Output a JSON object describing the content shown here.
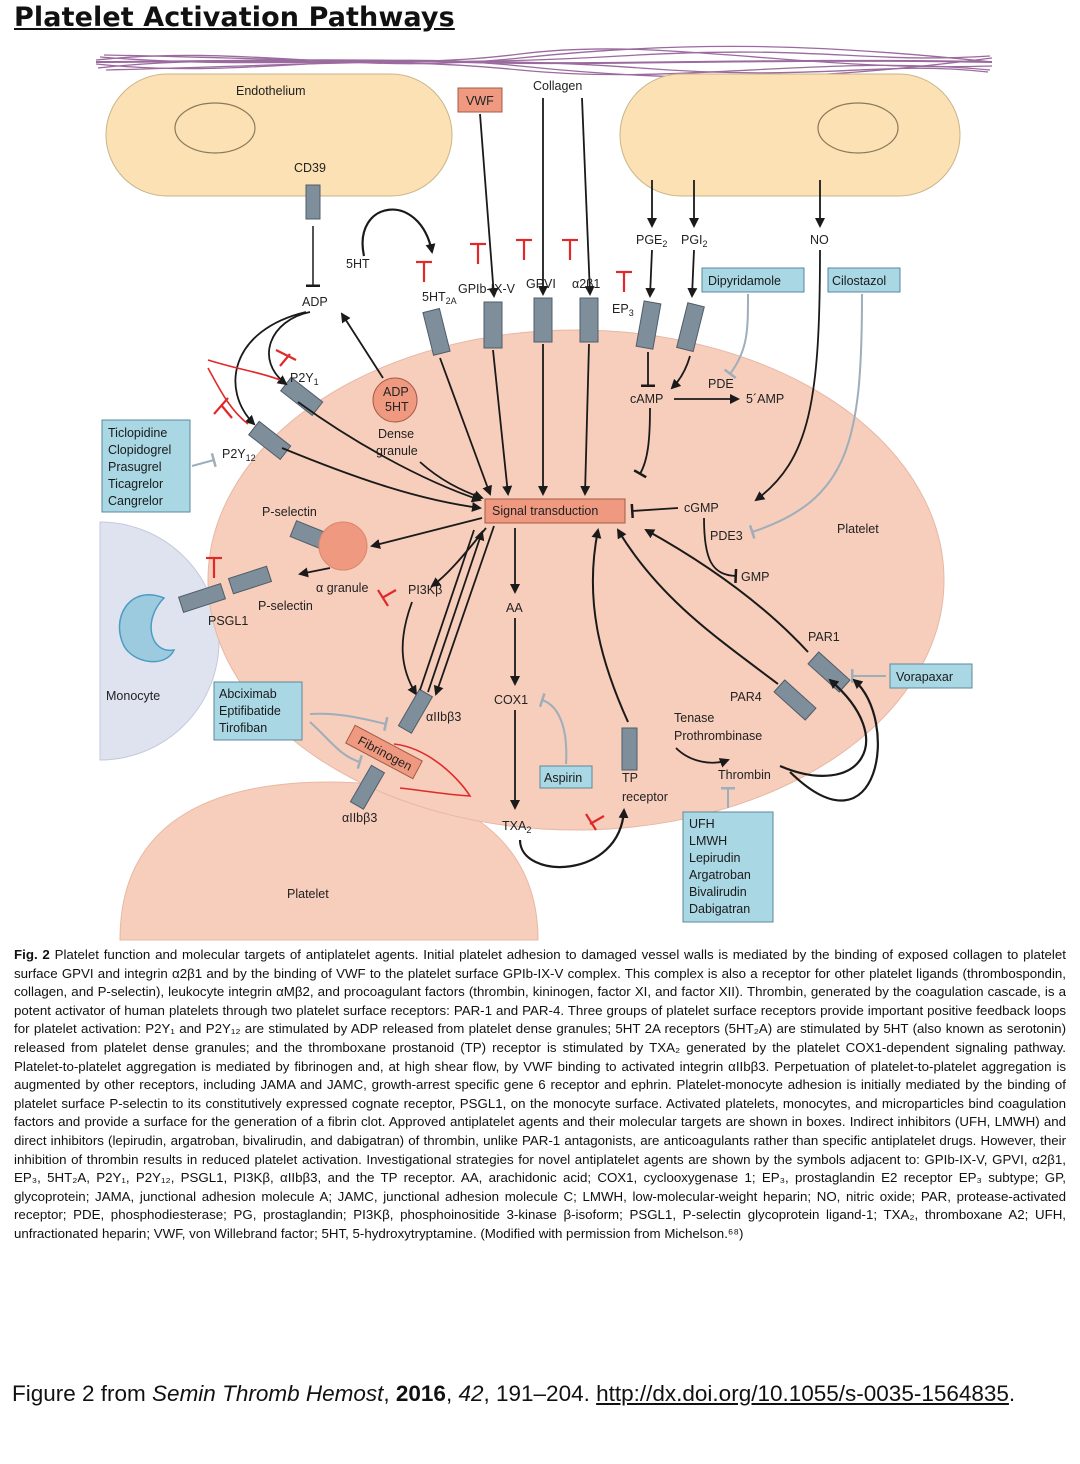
{
  "title": "Platelet Activation Pathways",
  "colors": {
    "endothelium": "#fbe1b3",
    "platelet": "#f7cdbb",
    "receptor": "#7e8e9b",
    "drug_box": "#a9d7e4",
    "agonist_box": "#ef9a80",
    "inhibit_red": "#e02a2a",
    "inhibit_grey": "#9eaeba",
    "monocyte": "#dfe3f0"
  },
  "labels": {
    "endothelium": "Endothelium",
    "collagen": "Collagen",
    "vwf": "VWF",
    "cd39": "CD39",
    "fivehht": "5HT",
    "adp": "ADP",
    "pge2": "PGE",
    "pge2_sub": "2",
    "pgi2": "PGI",
    "pgi2_sub": "2",
    "no": "NO",
    "fiveht2a": "5HT",
    "fiveht2a_sub": "2A",
    "gpib": "GPIb-IX-V",
    "gpvi": "GPVI",
    "a2b1": "α2β1",
    "ep3": "EP",
    "ep3_sub": "3",
    "p2y1": "P2Y",
    "p2y1_sub": "1",
    "p2y12": "P2Y",
    "p2y12_sub": "12",
    "dense1": "ADP",
    "dense2": "5HT",
    "dense_granule_1": "Dense",
    "dense_granule_2": "granule",
    "pde": "PDE",
    "camp": "cAMP",
    "five_amp": "5´AMP",
    "signal": "Signal transduction",
    "cgmp": "cGMP",
    "pde3": "PDE3",
    "gmp": "GMP",
    "platelet_main": "Platelet",
    "pselectin_top": "P-selectin",
    "alpha_granule": "α granule",
    "pselectin_low": "P-selectin",
    "psgl1": "PSGL1",
    "pi3kb": "PI3Kβ",
    "aa": "AA",
    "par1": "PAR1",
    "par4": "PAR4",
    "monocyte": "Monocyte",
    "aiib3_upper": "αIIbβ3",
    "fibrinogen": "Fibrinogen",
    "aiib3_lower": "αIIbβ3",
    "cox1": "COX1",
    "tenase": "Tenase",
    "prothrombinase": "Prothrombinase",
    "tp1": "TP",
    "tp2": "receptor",
    "thrombin": "Thrombin",
    "txa2": "TXA",
    "txa2_sub": "2",
    "platelet_lower": "Platelet"
  },
  "drugs": {
    "dipyridamole": "Dipyridamole",
    "cilostazol": "Cilostazol",
    "p2y12_inhibitors": [
      "Ticlopidine",
      "Clopidogrel",
      "Prasugrel",
      "Ticagrelor",
      "Cangrelor"
    ],
    "vorapaxar": "Vorapaxar",
    "gp_inhibitors": [
      "Abciximab",
      "Eptifibatide",
      "Tirofiban"
    ],
    "aspirin": "Aspirin",
    "thrombin_inhibitors": [
      "UFH",
      "LMWH",
      "Lepirudin",
      "Argatroban",
      "Bivalirudin",
      "Dabigatran"
    ]
  },
  "caption": {
    "label": "Fig. 2",
    "text": "Platelet function and molecular targets of antiplatelet agents. Initial platelet adhesion to damaged vessel walls is mediated by the binding of exposed collagen to platelet surface GPVI and integrin α2β1 and by the binding of VWF to the platelet surface GPIb-IX-V complex. This complex is also a receptor for other platelet ligands (thrombospondin, collagen, and P-selectin), leukocyte integrin αMβ2, and procoagulant factors (thrombin, kininogen, factor XI, and factor XII). Thrombin, generated by the coagulation cascade, is a potent activator of human platelets through two platelet surface receptors: PAR-1 and PAR-4. Three groups of platelet surface receptors provide important positive feedback loops for platelet activation: P2Y₁ and P2Y₁₂ are stimulated by ADP released from platelet dense granules; 5HT 2A receptors (5HT₂A) are stimulated by 5HT (also known as serotonin) released from platelet dense granules; and the thromboxane prostanoid (TP) receptor is stimulated by TXA₂ generated by the platelet COX1-dependent signaling pathway. Platelet-to-platelet aggregation is mediated by fibrinogen and, at high shear flow, by VWF binding to activated integrin αIIbβ3. Perpetuation of platelet-to-platelet aggregation is augmented by other receptors, including JAMA and JAMC, growth-arrest specific gene 6 receptor and ephrin. Platelet-monocyte adhesion is initially mediated by the binding of platelet surface P-selectin to its constitutively expressed cognate receptor, PSGL1, on the monocyte surface. Activated platelets, monocytes, and microparticles bind coagulation factors and provide a surface for the generation of a fibrin clot. Approved antiplatelet agents and their molecular targets are shown in boxes. Indirect inhibitors (UFH, LMWH) and direct inhibitors (lepirudin, argatroban, bivalirudin, and dabigatran) of thrombin, unlike PAR-1 antagonists, are anticoagulants rather than specific antiplatelet drugs. However, their inhibition of thrombin results in reduced platelet activation. Investigational strategies for novel antiplatelet agents are shown by the symbols adjacent to: GPIb-IX-V, GPVI, α2β1, EP₃, 5HT₂A, P2Y₁, P2Y₁₂, PSGL1, PI3Kβ, αIIbβ3, and the TP receptor. AA, arachidonic acid; COX1, cyclooxygenase 1; EP₃, prostaglandin E2 receptor EP₃ subtype; GP, glycoprotein; JAMA, junctional adhesion molecule A; JAMC, junctional adhesion molecule C; LMWH, low-molecular-weight heparin; NO, nitric oxide; PAR, protease-activated receptor; PDE, phosphodiesterase; PG, prostaglandin; PI3Kβ, phosphoinositide 3-kinase β-isoform; PSGL1, P-selectin glycoprotein ligand-1; TXA₂, thromboxane A2; UFH, unfractionated heparin; VWF, von Willebrand factor; 5HT, 5-hydroxytryptamine. (Modified with permission from Michelson.⁶⁸)"
  },
  "citation": {
    "prefix": "Figure 2 from ",
    "journal": "Semin Thromb Hemost",
    "sep1": ", ",
    "year": "2016",
    "sep2": ", ",
    "volume": "42",
    "pages": ", 191–204. ",
    "link": "http://dx.doi.org/10.1055/s-0035-1564835",
    "suffix": "."
  }
}
